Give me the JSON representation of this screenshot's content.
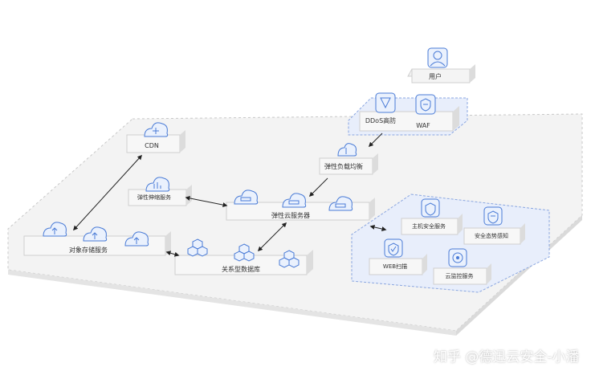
{
  "nodes": {
    "user": "用户",
    "ddos": "DDoS高防",
    "waf": "WAF",
    "elb": "弹性负载均衡",
    "cdn": "CDN",
    "auto_scaling": "弹性伸缩服务",
    "ecs": "弹性云服务器",
    "obs": "对象存储服务",
    "rds": "关系型数据库",
    "hss": "主机安全服务",
    "situation_awareness": "安全态势感知",
    "web_scan": "WEB扫描",
    "cloud_eye": "云监控服务"
  },
  "watermark": "知乎 @德迅云安全-小潘",
  "colors": {
    "accent": "#4a7bd6",
    "security_zone_fill": "#e8eefb",
    "icon_fill": "#eaf1fd"
  }
}
